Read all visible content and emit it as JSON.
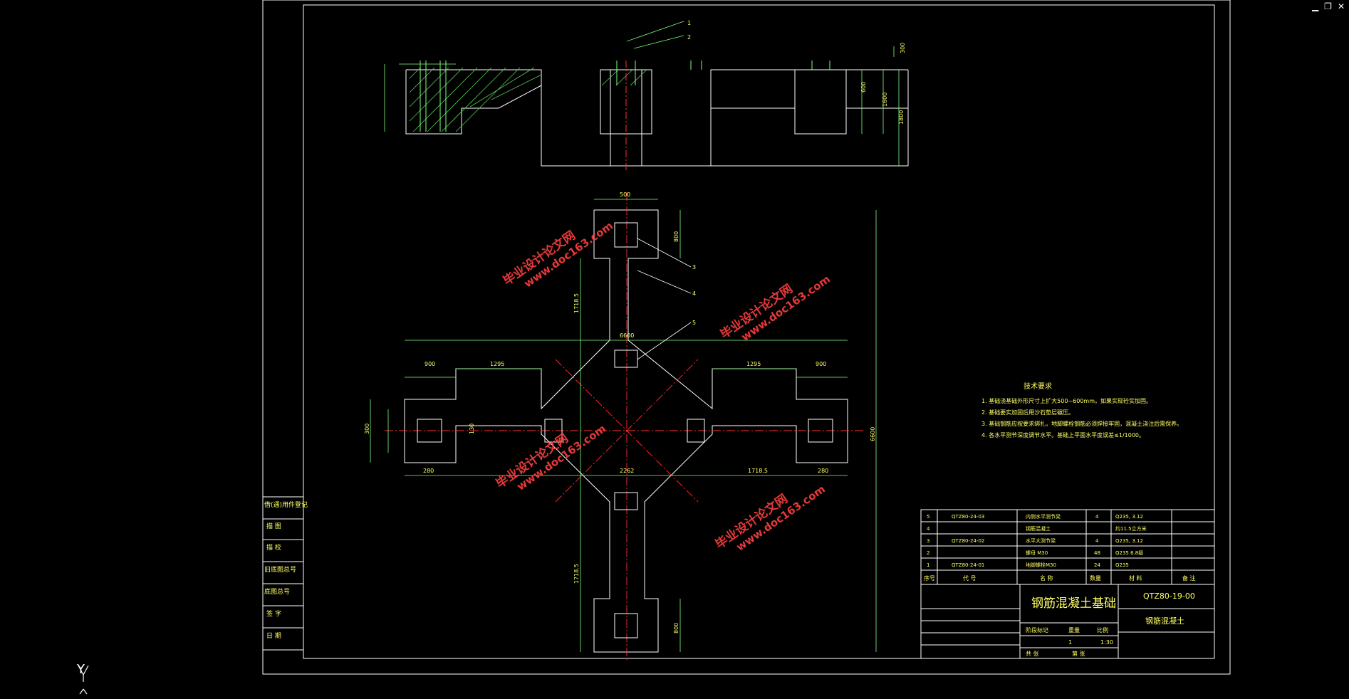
{
  "window": {
    "minimize": "▁",
    "restore": "❐",
    "close": "✕"
  },
  "drawing": {
    "title": "钢筋混凝土基础",
    "code": "QTZ80-19-00",
    "material": "钢筋混凝土",
    "scale": "1:30",
    "quantity": "1"
  },
  "tech_requirements": {
    "heading": "技术要求",
    "items": [
      "1. 基础浇基础外形尺寸上扩大500~600mm。如果实现砼实加固。",
      "2. 基础要实加固后用沙石垫层碾压。",
      "3. 基础钢筋应按要求绑扎，地脚螺栓钢筋必须焊接牢固，混凝土浇注后需保养。",
      "4. 各水平测节深度调节水平。基础上平面水平度误差≤1/1000。"
    ]
  },
  "parts_list": {
    "rows": [
      {
        "no": "5",
        "code": "QTZ80-24-03",
        "name": "内侧水平测节梁",
        "qty": "4",
        "mat": "Q235, 3.12",
        "note": ""
      },
      {
        "no": "4",
        "code": "",
        "name": "钢筋混凝土",
        "qty": "",
        "mat": "约11.5立方米",
        "note": ""
      },
      {
        "no": "3",
        "code": "QTZ80-24-02",
        "name": "水平大测节梁",
        "qty": "4",
        "mat": "Q235, 3.12",
        "note": ""
      },
      {
        "no": "2",
        "code": "",
        "name": "螺母 M30",
        "qty": "48",
        "mat": "Q235 6.8级",
        "note": ""
      },
      {
        "no": "1",
        "code": "QTZ80-24-01",
        "name": "地脚螺栓M30",
        "qty": "24",
        "mat": "Q235",
        "note": ""
      }
    ],
    "header": {
      "no": "序号",
      "code": "代  号",
      "name": "名  称",
      "qty": "数量",
      "mat": "材  料",
      "note": "备  注"
    }
  },
  "left_strip": [
    "借(通)用件登记",
    "旧底图总号",
    "底图总号",
    "签 字",
    "日 期",
    "描 图",
    "描 校"
  ],
  "title_labels": {
    "stage": "阶段标记",
    "weight": "重量",
    "ratio": "比例",
    "sheets": "共 张",
    "sheet": "第 张"
  },
  "dims": {
    "top_a": "1600",
    "top_b": "600",
    "ht_1": "1600",
    "ht_2": "1800",
    "ht_3": "300",
    "arm_v1": "1718.5",
    "arm_v2": "1718.5",
    "arm_h1": "1718.5",
    "arm_h2": "1295",
    "arm_h3": "1295",
    "w_total": "6600",
    "h_total": "6600",
    "center": "2262",
    "side": "900",
    "side_b": "900",
    "pad": "280",
    "pad_b": "280",
    "bolt": "300",
    "slab": "500",
    "depth": "800",
    "small": "130"
  },
  "callouts": [
    "1",
    "2",
    "3",
    "4",
    "5"
  ],
  "watermarks": [
    {
      "l1": "毕业设计论文网",
      "l2": "www.doc163.com"
    },
    {
      "l1": "毕业设计论文网",
      "l2": "www.doc163.com"
    },
    {
      "l1": "毕业设计论文网",
      "l2": "www.doc163.com"
    },
    {
      "l1": "毕业设计论文网",
      "l2": "www.doc163.com"
    }
  ],
  "ucs_label": "Y",
  "colors": {
    "frame": "#ffffff",
    "dim": "#7fff7f",
    "center": "#ff3030",
    "hatch": "#55cc55",
    "callout": "#ffff66"
  }
}
